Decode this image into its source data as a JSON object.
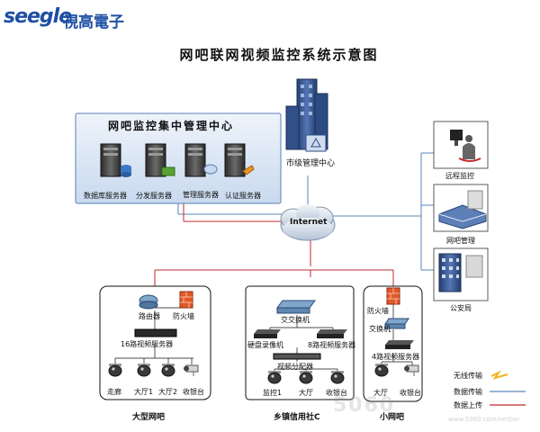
{
  "header": {
    "brand_latin": "seegle",
    "brand_cn": "視高電子",
    "title": "网吧联网视频监控系统示意图"
  },
  "center": {
    "box_title": "网吧监控集中管理中心",
    "servers": [
      "数据库服务器",
      "分发服务器",
      "管理服务器",
      "认证服务器"
    ]
  },
  "city_center": {
    "label": "市级管理中心"
  },
  "internet": {
    "label": "Internet"
  },
  "right_panel": {
    "items": [
      "远程监控",
      "网吧管理",
      "公安局"
    ]
  },
  "sites": {
    "large": {
      "caption": "大型网吧",
      "router": "路由器",
      "firewall": "防火墙",
      "dvr": "16路视频服务器",
      "cams": [
        "走廊",
        "大厅1",
        "大厅2",
        "收银台"
      ]
    },
    "town": {
      "caption": "乡镇信用社C",
      "switch": "交交换机",
      "recorder": "硬盘录像机",
      "dvr8": "8路视频服务器",
      "splitter": "视频分配器",
      "cams": [
        "监控1",
        "大厅",
        "收银台"
      ]
    },
    "small": {
      "caption": "小网吧",
      "firewall": "防火墙",
      "switch": "交换机",
      "dvr4": "4路视频服务器",
      "cams": [
        "大厅",
        "收银台"
      ]
    }
  },
  "legend": {
    "items": [
      "无线传输",
      "数据传输",
      "数据上传"
    ]
  },
  "watermark": {
    "text": "5060",
    "url": "www.5060.com/netbar"
  },
  "colors": {
    "line_blue": "#5a86b8",
    "line_red": "#c1272d",
    "center_bg": "#dfe9f6",
    "brand": "#1d4fa3",
    "firewall": "#e0592a",
    "building": "#3e5f9a"
  }
}
